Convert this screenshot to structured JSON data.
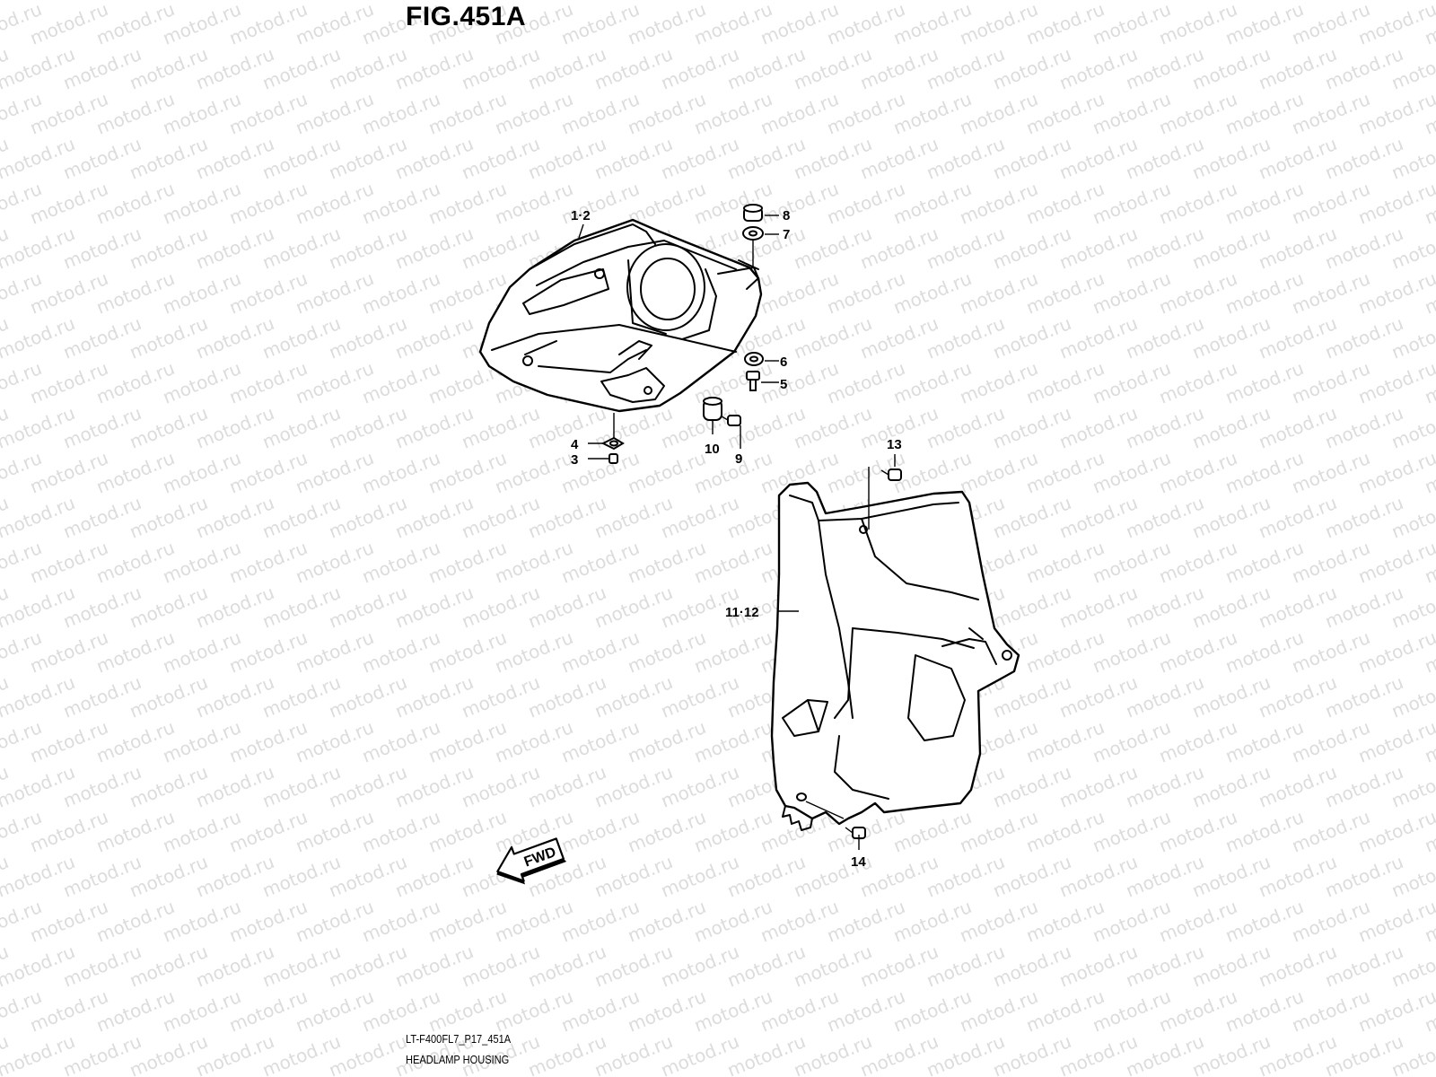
{
  "figure": {
    "title": "FIG.451A",
    "drawing_code": "LT-F400FL7_P17_451A",
    "drawing_name": "HEADLAMP HOUSING"
  },
  "watermark": {
    "text": "motod.ru",
    "color": "#dcdcdc"
  },
  "callouts": {
    "c1_2": "1·2",
    "c3": "3",
    "c4": "4",
    "c5": "5",
    "c6": "6",
    "c7": "7",
    "c8": "8",
    "c9": "9",
    "c10": "10",
    "c11_12": "11·12",
    "c13": "13",
    "c14": "14"
  },
  "direction_arrow": {
    "label": "FWD"
  },
  "parts": [
    {
      "ref": "1·2",
      "icon": "headlamp-housing-shape"
    },
    {
      "ref": "3",
      "icon": "screw-icon"
    },
    {
      "ref": "4",
      "icon": "clip-nut-icon"
    },
    {
      "ref": "5",
      "icon": "bolt-icon"
    },
    {
      "ref": "6",
      "icon": "washer-icon"
    },
    {
      "ref": "7",
      "icon": "washer-icon"
    },
    {
      "ref": "8",
      "icon": "cushion-icon"
    },
    {
      "ref": "9",
      "icon": "bolt-icon"
    },
    {
      "ref": "10",
      "icon": "grommet-icon"
    },
    {
      "ref": "11·12",
      "icon": "inner-cover-shape"
    },
    {
      "ref": "13",
      "icon": "clip-icon"
    },
    {
      "ref": "14",
      "icon": "clip-icon"
    }
  ]
}
